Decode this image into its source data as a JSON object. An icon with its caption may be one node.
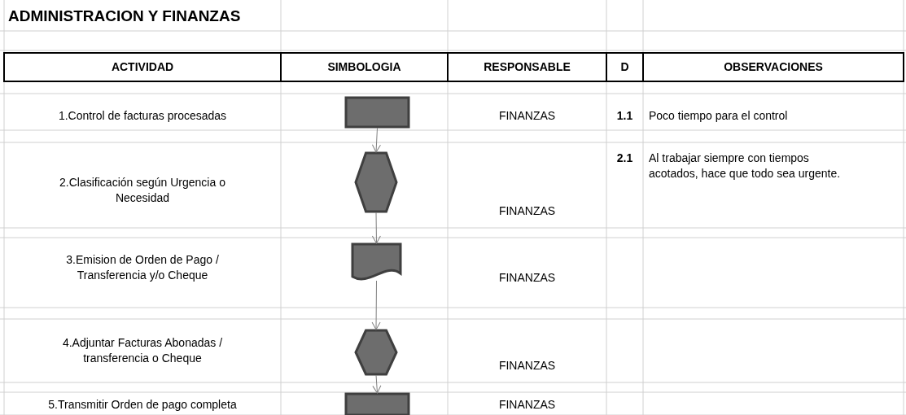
{
  "diagram": {
    "title": "ADMINISTRACION Y FINANZAS",
    "nodes": [
      {
        "text": [],
        "shape": "box"
      },
      {
        "text": [],
        "shape": "hexagon"
      },
      {
        "text": [],
        "shape": "document"
      },
      {
        "text": [],
        "shape": "hexagon"
      },
      {
        "text": [],
        "shape": "box"
      }
    ],
    "edges": [
      {
        "from": 0,
        "to": 1,
        "arrow": "to"
      },
      {
        "from": 1,
        "to": 2,
        "arrow": "to"
      },
      {
        "from": 2,
        "to": 3,
        "arrow": "to"
      },
      {
        "from": 3,
        "to": 4,
        "arrow": "to"
      }
    ],
    "labels": [
      "ACTIVIDAD",
      "SIMBOLOGIA",
      "RESPONSABLE",
      "D",
      "OBSERVACIONES",
      "1.Control de facturas procesadas",
      "FINANZAS",
      "1.1",
      "Poco tiempo para el control",
      "2.Clasificación según Urgencia o Necesidad",
      "2.1",
      "Al trabajar siempre con tiempos acotados, hace que todo sea urgente.",
      "FINANZAS",
      "3.Emision de Orden de Pago / Transferencia y/o Cheque",
      "FINANZAS",
      "4.Adjuntar Facturas Abonadas / transferencia o Cheque",
      "FINANZAS",
      "5.Transmitir Orden de pago completa",
      "FINANZAS"
    ]
  }
}
